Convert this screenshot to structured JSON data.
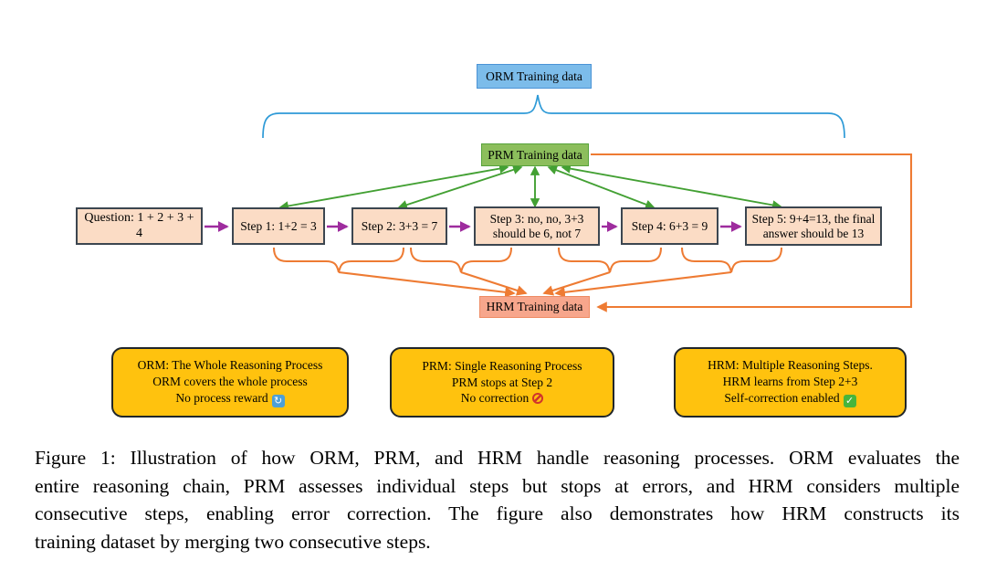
{
  "figure": {
    "diagram": {
      "orm_box": {
        "label": "ORM Training data"
      },
      "prm_box": {
        "label": "PRM Training data"
      },
      "hrm_box": {
        "label": "HRM Training data"
      },
      "question_box": {
        "label": "Question: 1 + 2 + 3 + 4"
      },
      "steps": [
        {
          "label": "Step 1: 1+2 = 3"
        },
        {
          "label": "Step 2: 3+3 = 7"
        },
        {
          "label": "Step 3: no, no, 3+3 should be 6, not 7"
        },
        {
          "label": "Step 4: 6+3 = 9"
        },
        {
          "label": "Step 5: 9+4=13, the final answer should be 13"
        }
      ],
      "colors": {
        "orm_fill": "#7cbcea",
        "orm_border": "#4b93d6",
        "brace_blue": "#2e9ad7",
        "prm_fill": "#8cbe5c",
        "prm_border": "#57a33b",
        "green_arrow": "#43a033",
        "step_fill": "#fbdcc5",
        "step_border": "#3c4650",
        "purple_arrow": "#9e2c9e",
        "hrm_fill": "#f7a68c",
        "orange_line": "#ee7b33",
        "card_fill": "#ffc20e",
        "card_border": "#20262a"
      }
    },
    "legend_cards": [
      {
        "lines": [
          "ORM: The Whole Reasoning Process",
          "ORM covers the whole process",
          "No process reward"
        ],
        "icon": "repeat-icon",
        "icon_glyph": "↻"
      },
      {
        "lines": [
          "PRM: Single Reasoning Process",
          "PRM stops at Step 2",
          "No correction"
        ],
        "icon": "prohibited-icon",
        "icon_glyph": ""
      },
      {
        "lines": [
          "HRM: Multiple Reasoning Steps.",
          "HRM learns from Step 2+3",
          "Self-correction enabled"
        ],
        "icon": "check-icon",
        "icon_glyph": "✓"
      }
    ],
    "caption": {
      "lines": [
        "Figure 1: Illustration of how ORM, PRM, and HRM handle reasoning processes. ORM evaluates the",
        "entire reasoning chain, PRM assesses individual steps but stops at errors, and HRM considers multiple",
        "consecutive steps, enabling error correction. The figure also demonstrates how HRM constructs its",
        "training dataset by merging two consecutive steps."
      ]
    }
  }
}
